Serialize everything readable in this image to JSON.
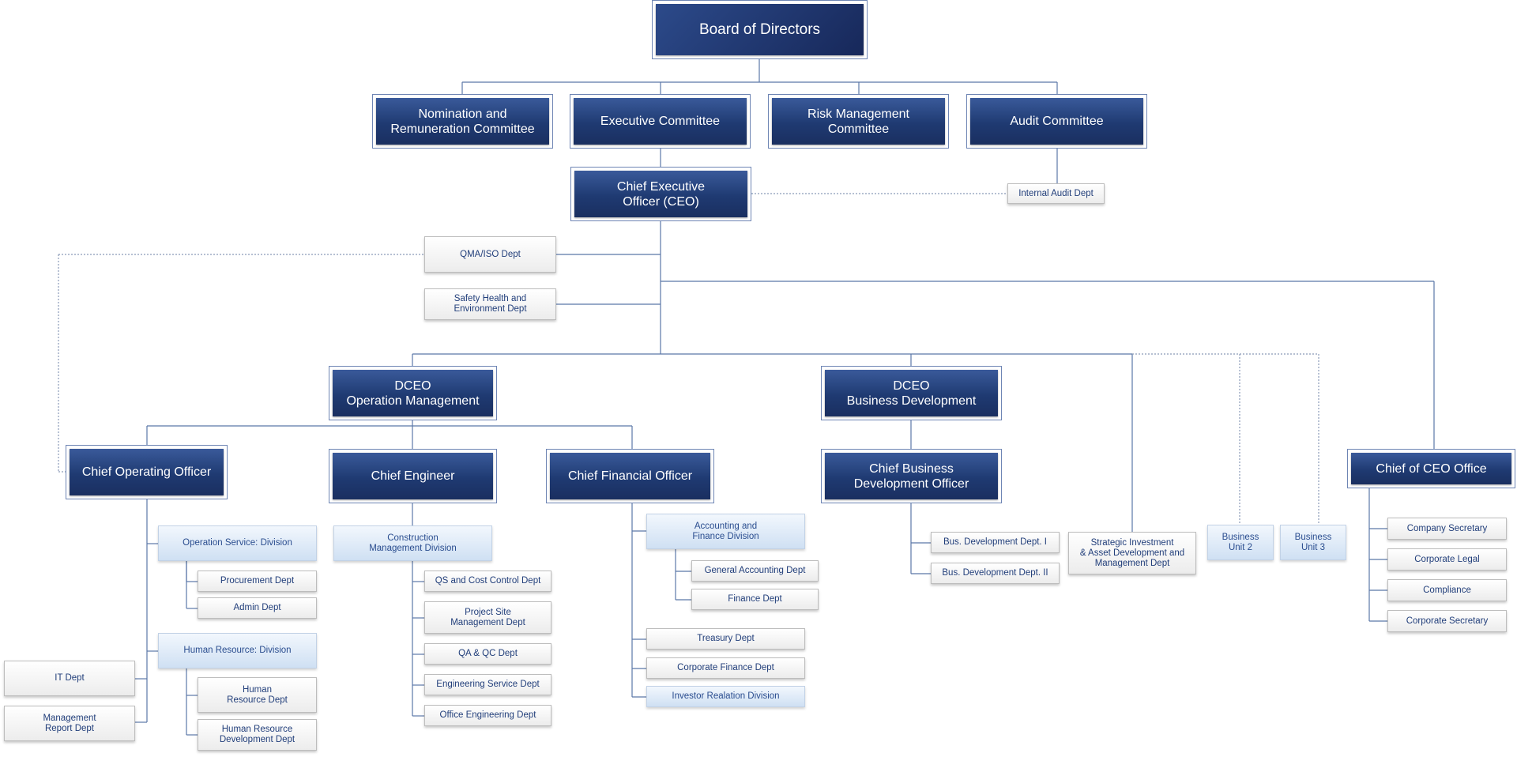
{
  "nodes": [
    {
      "id": "board",
      "label": "Board of Directors"
    },
    {
      "id": "nomination",
      "label": "Nomination and\nRemuneration Committee"
    },
    {
      "id": "executive",
      "label": "Executive Committee"
    },
    {
      "id": "risk",
      "label": "Risk Management\nCommittee"
    },
    {
      "id": "audit",
      "label": "Audit Committee"
    },
    {
      "id": "ceo",
      "label": "Chief Executive\nOfficer (CEO)"
    },
    {
      "id": "internal_audit",
      "label": "Internal Audit Dept"
    },
    {
      "id": "qma",
      "label": "QMA/ISO Dept"
    },
    {
      "id": "she",
      "label": "Safety Health and\nEnvironment Dept"
    },
    {
      "id": "dceo_om",
      "label": "DCEO\nOperation Management"
    },
    {
      "id": "dceo_bd",
      "label": "DCEO\nBusiness Development"
    },
    {
      "id": "coo",
      "label": "Chief Operating Officer"
    },
    {
      "id": "ce",
      "label": "Chief Engineer"
    },
    {
      "id": "cfo",
      "label": "Chief Financial Officer"
    },
    {
      "id": "cbdo",
      "label": "Chief Business\nDevelopment Officer"
    },
    {
      "id": "chief_ceo_office",
      "label": "Chief of CEO Office"
    },
    {
      "id": "op_service",
      "label": "Operation Service: Division"
    },
    {
      "id": "procurement",
      "label": "Procurement Dept"
    },
    {
      "id": "admin",
      "label": "Admin Dept"
    },
    {
      "id": "hr_div",
      "label": "Human Resource: Division"
    },
    {
      "id": "it",
      "label": "IT Dept"
    },
    {
      "id": "mgmt_report",
      "label": "Management\nReport Dept"
    },
    {
      "id": "hr_dept",
      "label": "Human\nResource Dept"
    },
    {
      "id": "hr_dev",
      "label": "Human Resource\nDevelopment Dept"
    },
    {
      "id": "construction",
      "label": "Construction\nManagement Division"
    },
    {
      "id": "qs",
      "label": "QS and Cost Control Dept"
    },
    {
      "id": "project_site",
      "label": "Project Site\nManagement Dept"
    },
    {
      "id": "qa",
      "label": "QA & QC Dept"
    },
    {
      "id": "eng_service",
      "label": "Engineering Service Dept"
    },
    {
      "id": "office_eng",
      "label": "Office Engineering Dept"
    },
    {
      "id": "acct_fin",
      "label": "Accounting and\nFinance Division"
    },
    {
      "id": "gen_acct",
      "label": "General Accounting Dept"
    },
    {
      "id": "finance",
      "label": "Finance Dept"
    },
    {
      "id": "treasury",
      "label": "Treasury Dept"
    },
    {
      "id": "corp_finance",
      "label": "Corporate Finance Dept"
    },
    {
      "id": "investor",
      "label": "Investor Realation Division"
    },
    {
      "id": "bus_dev_1",
      "label": "Bus. Development Dept. I"
    },
    {
      "id": "bus_dev_2",
      "label": "Bus. Development Dept. II"
    },
    {
      "id": "strategic",
      "label": "Strategic Investment\n& Asset Development and\nManagement Dept"
    },
    {
      "id": "bu2",
      "label": "Business\nUnit 2"
    },
    {
      "id": "bu3",
      "label": "Business\nUnit 3"
    },
    {
      "id": "company_sec_1",
      "label": "Company Secretary"
    },
    {
      "id": "corp_legal",
      "label": "Corporate Legal"
    },
    {
      "id": "compliance",
      "label": "Compliance"
    },
    {
      "id": "corp_sec_2",
      "label": "Corporate Secretary"
    }
  ],
  "colors": {
    "navy": "#1f3a72",
    "line": "#5b77a8",
    "grey_text": "#213e7a",
    "light_fill": "#d6e6f6"
  }
}
